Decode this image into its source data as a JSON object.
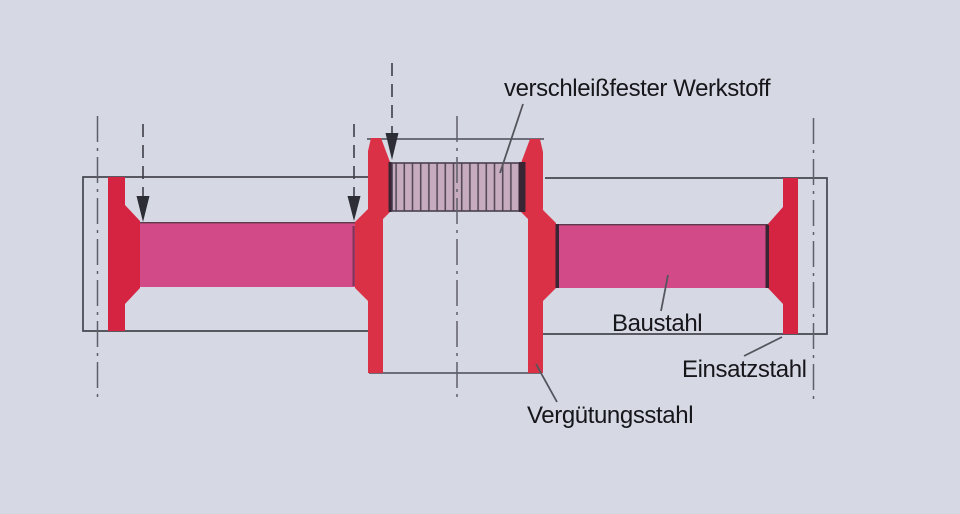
{
  "diagram": {
    "colors": {
      "background": "#d6d9e4",
      "outline": "#45454e",
      "construction_line": "#5f5f6a",
      "arrow": "#2d2d35",
      "text": "#16161b",
      "hatch_line": "#564a58",
      "junction_shadow": "#3a2535"
    },
    "parts": {
      "wear_band": {
        "label": "verschleißfester Werkstoff",
        "fill": "#c6acbe"
      },
      "shaft": {
        "label": "Baustahl",
        "fill": "#d24a87"
      },
      "end_disk": {
        "label": "Einsatzstahl",
        "fill": "#d52441"
      },
      "hub": {
        "label": "Vergütungsstahl",
        "fill": "#da3146"
      }
    }
  }
}
